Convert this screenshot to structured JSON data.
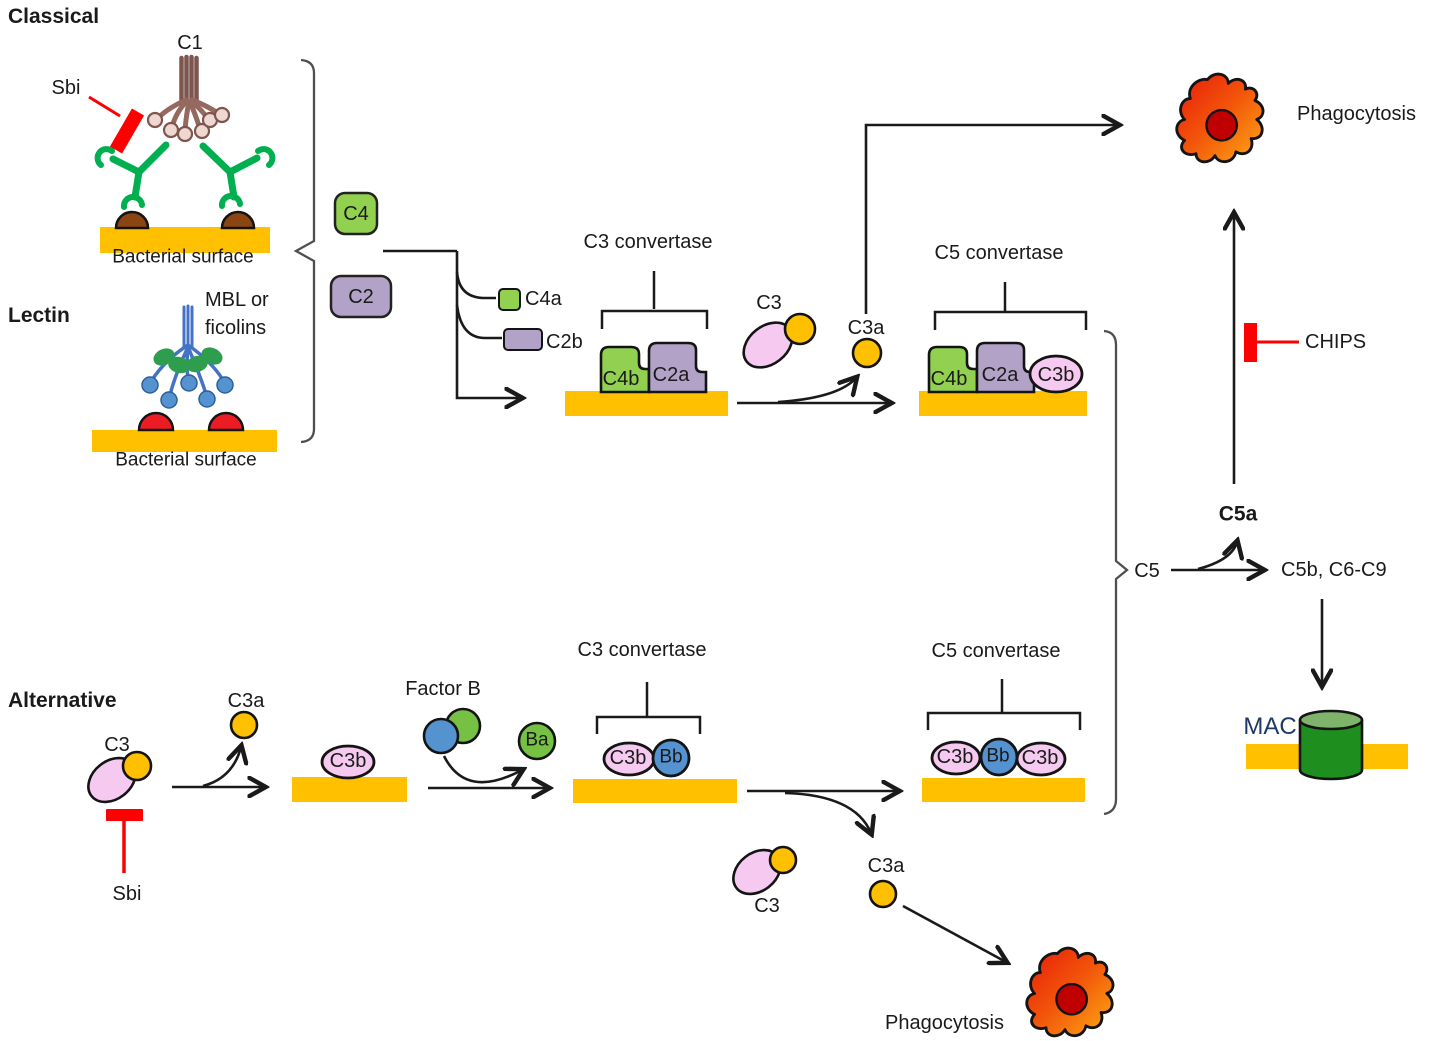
{
  "titles": {
    "classical": "Classical",
    "lectin": "Lectin",
    "alternative": "Alternative"
  },
  "molecules": {
    "c1": "C1",
    "c4": "C4",
    "c2": "C2",
    "c4a": "C4a",
    "c2b": "C2b",
    "c4b": "C4b",
    "c2a": "C2a",
    "c3": "C3",
    "c3a": "C3a",
    "c3b": "C3b",
    "bb": "Bb",
    "ba": "Ba",
    "factor_b": "Factor B",
    "c5": "C5",
    "c5a": "C5a",
    "c5b_c6_c9": "C5b, C6-C9",
    "mac": "MAC"
  },
  "complexes": {
    "c3_convertase": "C3 convertase",
    "c5_convertase": "C5 convertase",
    "mbl_line1": "MBL or",
    "mbl_line2": "ficolins"
  },
  "annotations": {
    "bacterial_surface": "Bacterial surface",
    "phagocytosis": "Phagocytosis",
    "sbi": "Sbi",
    "chips": "CHIPS"
  },
  "colors": {
    "surface_yellow": "#FFC000",
    "protein_green": "#92D050",
    "protein_purple": "#B3A2C7",
    "protein_pink": "#F6C9F0",
    "protein_blue": "#5593D0",
    "ball_green": "#76C144",
    "orange_domain": "#FFC000",
    "inhibitor_red": "#FF0000",
    "antigen_brown": "#8B4513",
    "antigen_red": "#EC1C24",
    "antibody_green": "#00B050",
    "mbl_blue": "#4472C4",
    "mbl_oval_green": "#2E9E4E",
    "c1_brown": "#96695F",
    "c1_bulb": "#F0D8D2",
    "mac_body_green": "#1E8E1E",
    "mac_top_green": "#7FB26A",
    "cell_red": "#E8190B",
    "cell_mid": "#F2570A",
    "cell_orange": "#FFAC14",
    "nucleus_red": "#C00000"
  }
}
